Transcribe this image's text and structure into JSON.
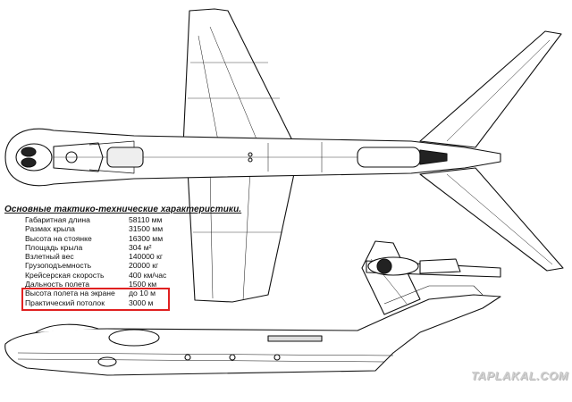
{
  "specs": {
    "title": "Основные тактико-технические характеристики.",
    "rows": [
      {
        "label": "Габаритная длина",
        "value": "58110 мм"
      },
      {
        "label": "Размах крыла",
        "value": "31500 мм"
      },
      {
        "label": "Высота на стоянке",
        "value": "16300 мм"
      },
      {
        "label": "Площадь крыла",
        "value": "304 м²"
      },
      {
        "label": "Взлетный вес",
        "value": "140000 кг"
      },
      {
        "label": "Грузоподъемность",
        "value": "20000 кг"
      },
      {
        "label": "Крейсерская скорость",
        "value": "400 км/час"
      },
      {
        "label": "Дальность полета",
        "value": "1500 км"
      },
      {
        "label": "Высота полета на экране",
        "value": "до 10 м"
      },
      {
        "label": "Практический потолок",
        "value": "3000 м"
      }
    ],
    "highlight_color": "#e02020"
  },
  "watermark": "TAPLAKAL.COM"
}
